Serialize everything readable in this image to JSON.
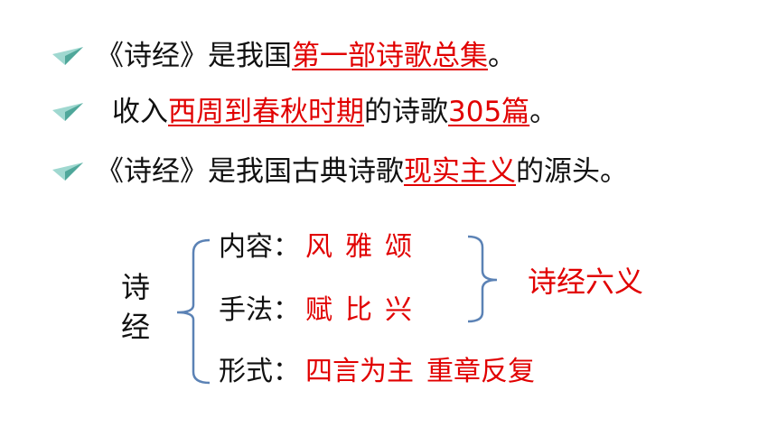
{
  "bullets": [
    {
      "pre": "《诗经》是我国",
      "hl": "第一部诗歌总集",
      "post": "。"
    },
    {
      "pre": "收入",
      "hl": "西周到春秋时期",
      "mid": "的诗歌",
      "hl2": "305篇",
      "post": "。"
    },
    {
      "pre": "《诗经》是我国古典诗歌",
      "hl": "现实主义",
      "post": "的源头。"
    }
  ],
  "tree": {
    "root_line1": "诗",
    "root_line2": "经",
    "categories": [
      {
        "name": "内容：",
        "values": [
          "风",
          "雅",
          "颂"
        ]
      },
      {
        "name": "手法：",
        "values": [
          "赋",
          "比",
          "兴"
        ]
      },
      {
        "name": "形式：",
        "values": [
          "四言为主",
          "重章反复"
        ]
      }
    ],
    "six_meanings": "诗经六义"
  },
  "colors": {
    "highlight": "#e10000",
    "bracket": "#5b82b5",
    "icon_light": "#9fd8d0",
    "icon_dark": "#4fa79a"
  },
  "icons": {
    "bullet": "paper-plane-icon"
  }
}
